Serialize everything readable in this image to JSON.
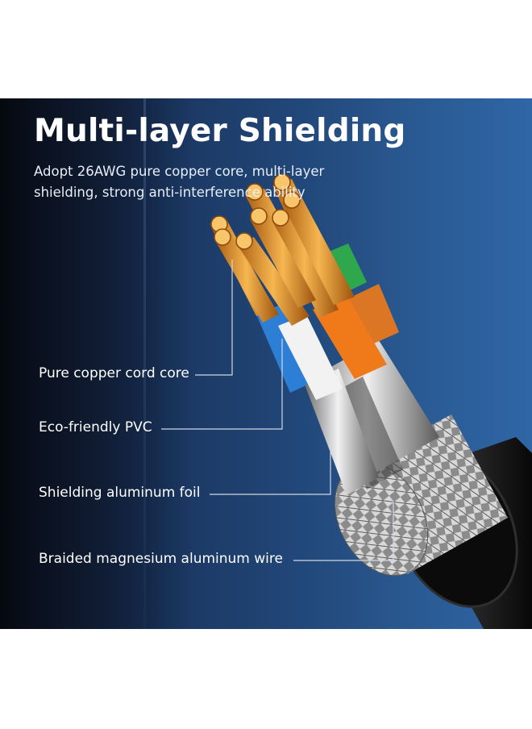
{
  "title": "Multi-layer Shielding",
  "subtitle": "Adopt 26AWG pure copper core, multi-layer shielding, strong anti-interference ability",
  "callouts": {
    "copper_core": "Pure copper cord core",
    "pvc": "Eco-friendly PVC",
    "foil": "Shielding aluminum foil",
    "braid": "Braided magnesium aluminum wire"
  },
  "colors": {
    "background_dark": "#05080f",
    "background_blue": "#2f66a6",
    "copper": "#d9892a",
    "insulation_orange": "#f07a1a",
    "insulation_blue": "#2d7fd6",
    "insulation_white": "#f2f2f2",
    "jacket": "#111111"
  }
}
